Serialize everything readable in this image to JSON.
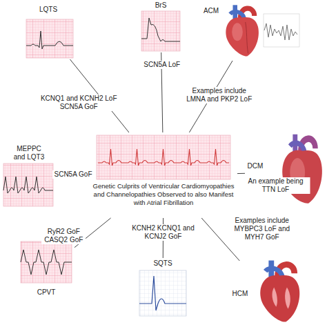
{
  "diagram": {
    "nodes": [
      {
        "text": [
          "LQTS"
        ]
      },
      {
        "text": [
          "BrS"
        ]
      },
      {
        "text": [
          "ACM"
        ]
      },
      {
        "text": [
          "MEPPC and LQT3"
        ]
      },
      {
        "text": [
          "Genetic Culprits of Ventricular Cardiomyopathies and Channelopathies Observed to also Manifest with Atrial Fibrillation"
        ]
      },
      {
        "text": [
          "DCM"
        ]
      },
      {
        "text": [
          "CPVT"
        ]
      },
      {
        "text": [
          "SQTS"
        ]
      },
      {
        "text": [
          "HCM"
        ]
      }
    ],
    "edges": [
      {
        "from": 4,
        "to": 0,
        "arrow": "none",
        "label": "KCNQ1 and KCNH2 LoF SCN5A GoF"
      },
      {
        "from": 4,
        "to": 1,
        "arrow": "none",
        "label": "SCN5A LoF"
      },
      {
        "from": 4,
        "to": 2,
        "arrow": "none",
        "label": "Examples include LMNA and PKP2 LoF"
      },
      {
        "from": 4,
        "to": 3,
        "arrow": "none",
        "label": "SCN5A GoF"
      },
      {
        "from": 4,
        "to": 5,
        "arrow": "none",
        "label": "An example being TTN LoF"
      },
      {
        "from": 4,
        "to": 6,
        "arrow": "none",
        "label": "RyR2 GoF CASQ2 GoF"
      },
      {
        "from": 4,
        "to": 7,
        "arrow": "none",
        "label": "KCNH2 KCNQ1 and KCNJ2 GoF"
      },
      {
        "from": 4,
        "to": 8,
        "arrow": "none",
        "label": "Examples include MYBPC3 LoF and MYH7 GoF"
      }
    ]
  }
}
